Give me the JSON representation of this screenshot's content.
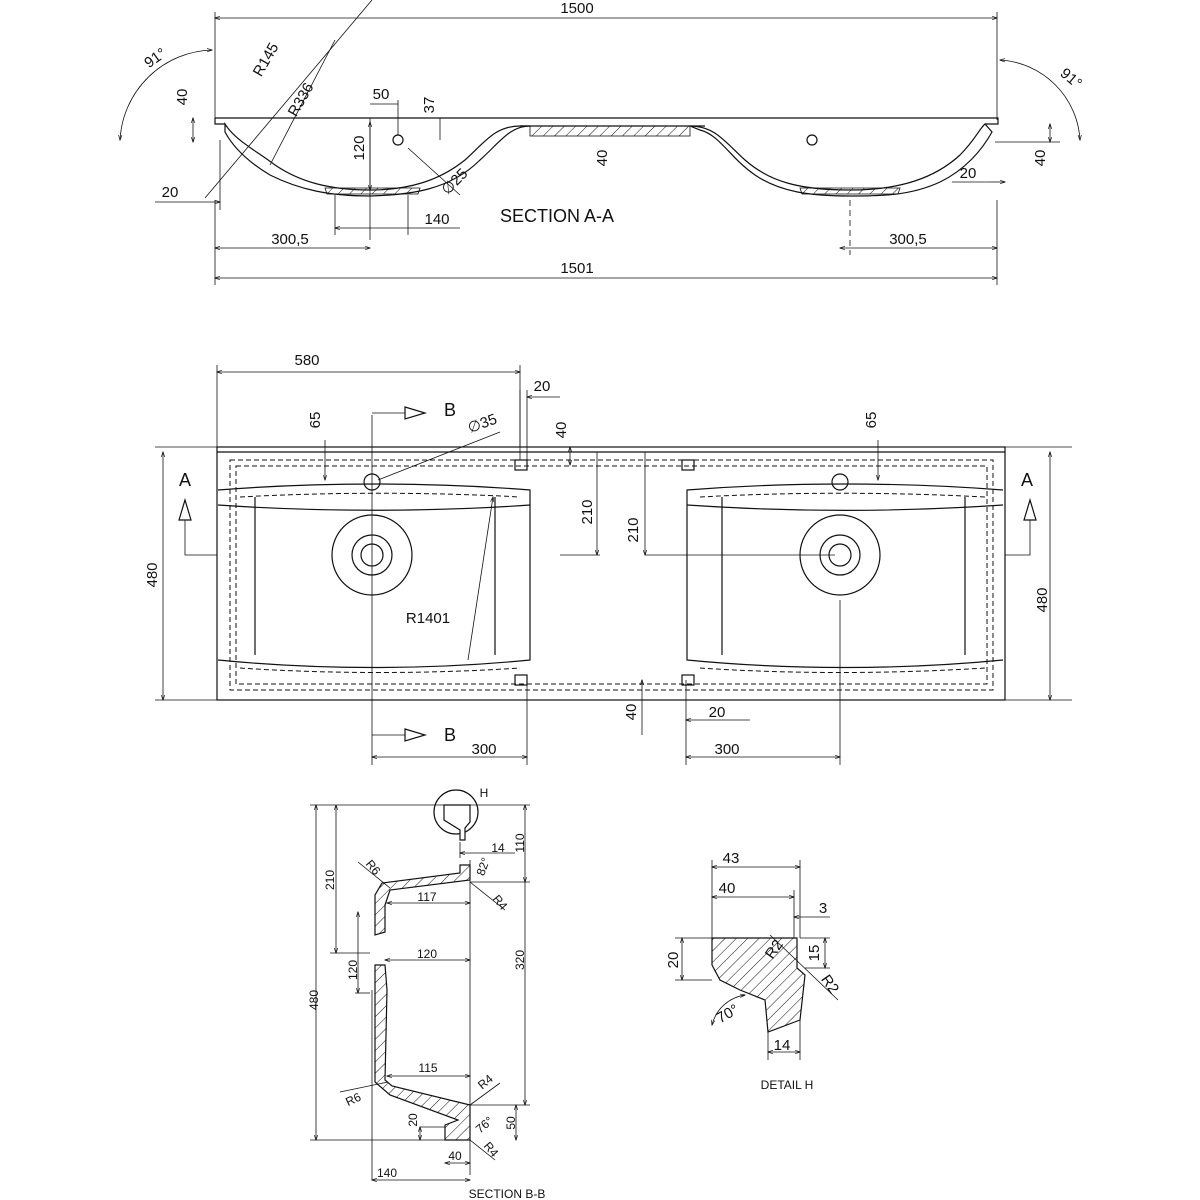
{
  "section_aa": {
    "title": "SECTION A-A",
    "overall_top": "1500",
    "overall_bottom": "1501",
    "angle_left": "91°",
    "angle_right": "91°",
    "radius_1": "R145",
    "radius_2": "R336",
    "rim_height_left": "40",
    "tap_offset": "50",
    "tap_depth": "37",
    "bowl_depth": "120",
    "tap_hole": "∅25",
    "center_height": "40",
    "rim_height_right": "40",
    "wall_left": "20",
    "wall_right": "20",
    "drain_width": "140",
    "bowl_offset_left": "300,5",
    "bowl_offset_right": "300,5"
  },
  "plan_view": {
    "width_to_divider": "580",
    "divider_width": "20",
    "cut_b_top": "B",
    "cut_b_bottom": "B",
    "tap_offset_left": "65",
    "tap_offset_right": "65",
    "tap_hole": "∅35",
    "back_rim": "40",
    "cut_a_left": "A",
    "cut_a_right": "A",
    "drain_depth_1": "210",
    "drain_depth_2": "210",
    "depth_left": "480",
    "depth_right": "480",
    "front_radius": "R1401",
    "front_rim": "40",
    "divider_width_bottom": "20",
    "drain_offset_left": "300",
    "drain_offset_right": "300"
  },
  "section_bb": {
    "title": "SECTION B-B",
    "detail_marker": "H",
    "top_height": "110",
    "lip_width": "14",
    "radius_top": "R6",
    "angle_top": "82°",
    "drain_depth": "210",
    "shelf_width": "117",
    "radius_top_right": "R4",
    "opening_width": "120",
    "body_height": "320",
    "opening_height": "120",
    "total_depth": "480",
    "bottom_width": "115",
    "radius_bottom_right": "R4",
    "radius_bottom": "R6",
    "foot_height": "20",
    "angle_bottom": "76°",
    "foot_total": "50",
    "radius_foot": "R4",
    "foot_width": "40",
    "base_width": "140"
  },
  "detail_h": {
    "title": "DETAIL H",
    "width_outer": "43",
    "width_inner": "40",
    "gap": "3",
    "height": "20",
    "radius_1": "R2",
    "step": "15",
    "radius_2": "R2",
    "angle": "70°",
    "lip": "14"
  }
}
